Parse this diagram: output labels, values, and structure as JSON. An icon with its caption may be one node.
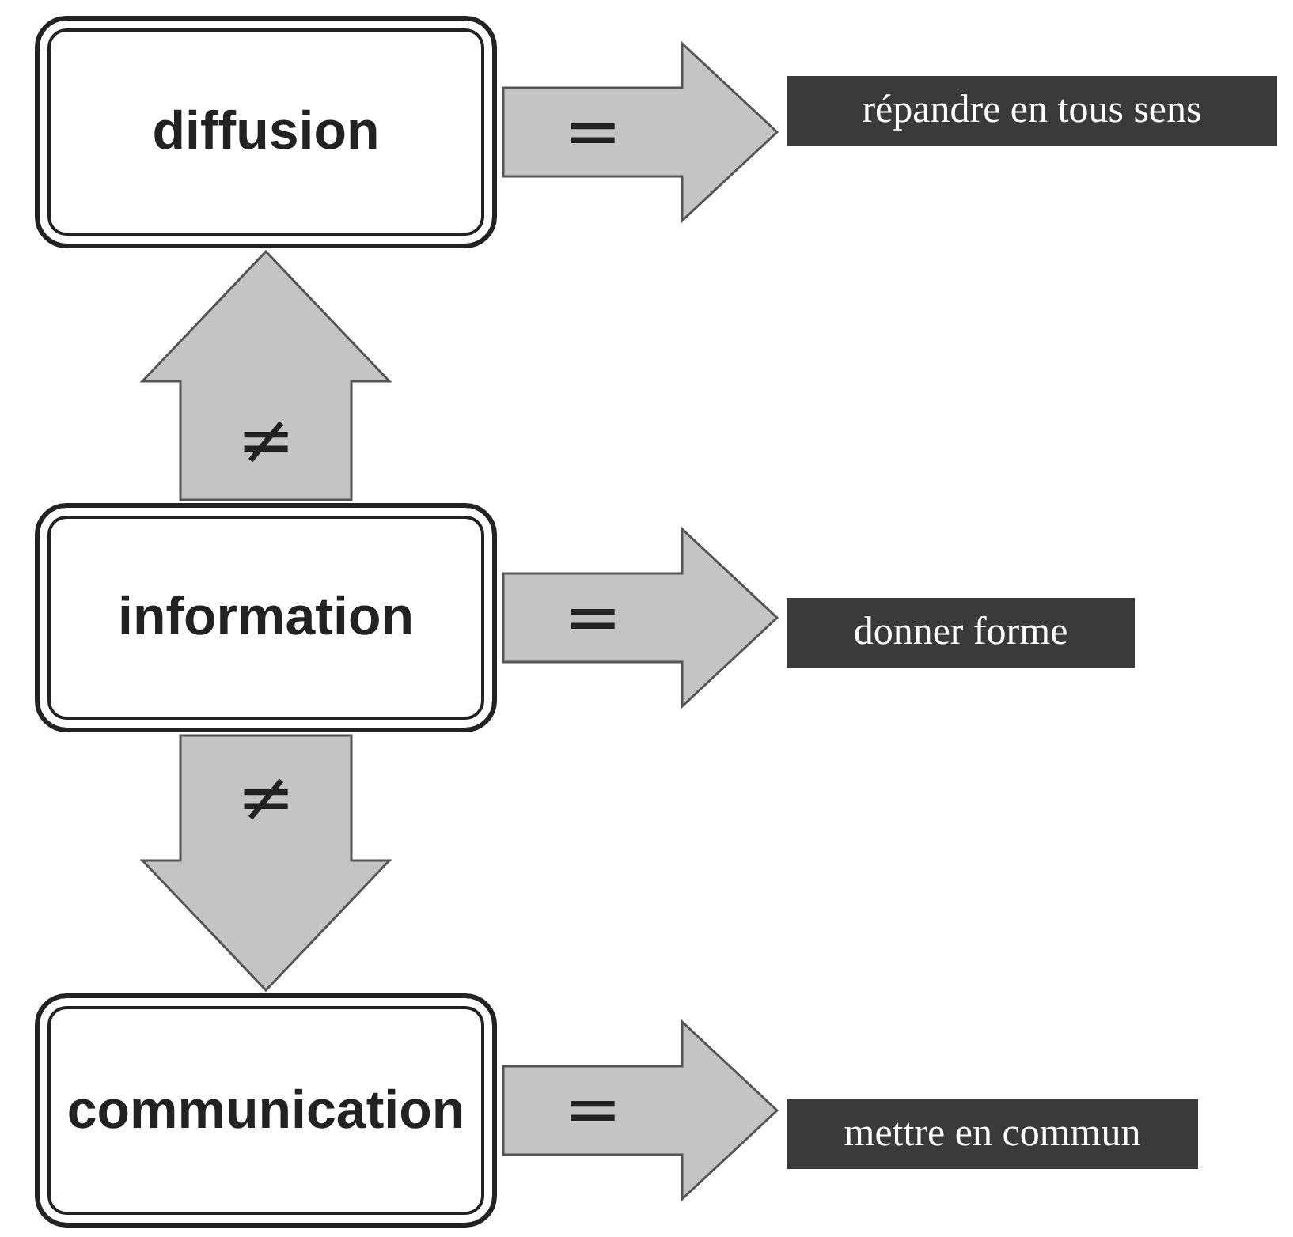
{
  "diagram": {
    "nodes": [
      {
        "text": [
          "diffusion"
        ]
      },
      {
        "text": [
          "répandre en tous sens"
        ]
      },
      {
        "text": [
          "information"
        ]
      },
      {
        "text": [
          "donner forme"
        ]
      },
      {
        "text": [
          "communication"
        ]
      },
      {
        "text": [
          "mettre en commun"
        ]
      }
    ],
    "edges": [
      {
        "from": 0,
        "to": 1,
        "arrow": "to",
        "label": "="
      },
      {
        "from": 2,
        "to": 0,
        "arrow": "to",
        "label": "≠"
      },
      {
        "from": 2,
        "to": 3,
        "arrow": "to",
        "label": "="
      },
      {
        "from": 2,
        "to": 4,
        "arrow": "to",
        "label": "≠"
      },
      {
        "from": 4,
        "to": 5,
        "arrow": "to",
        "label": "="
      }
    ]
  }
}
